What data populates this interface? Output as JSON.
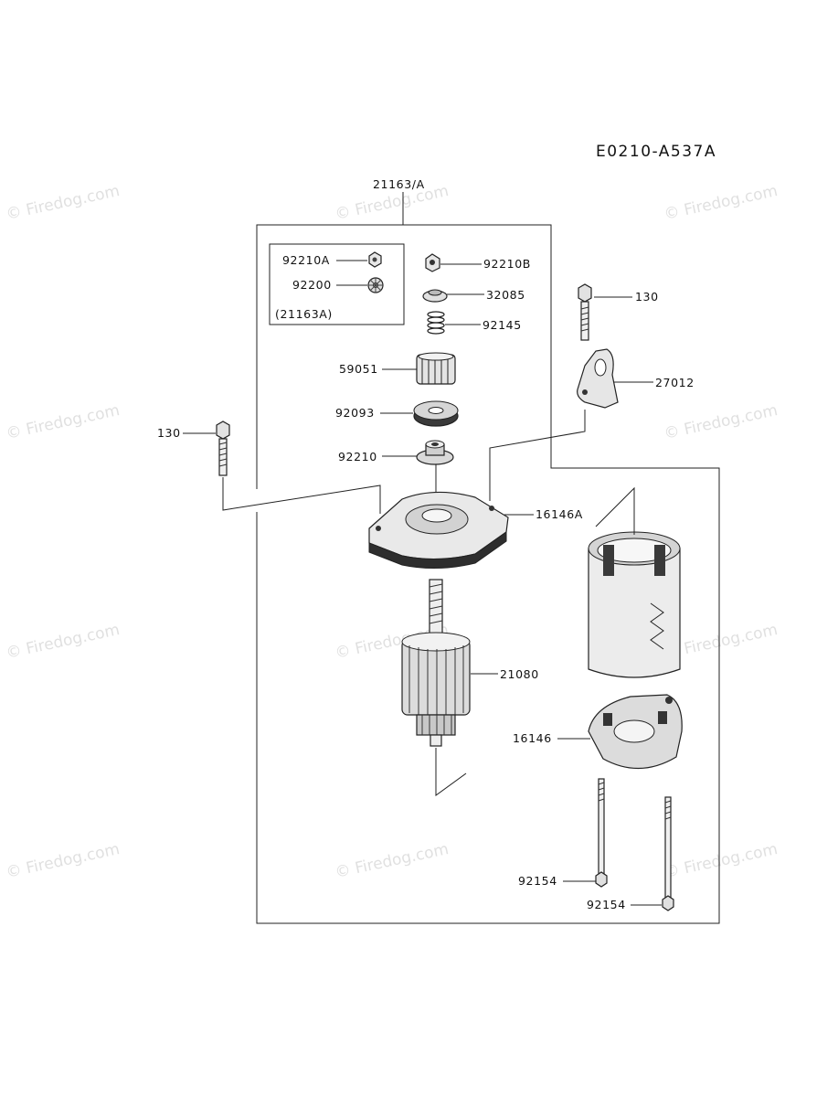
{
  "diagram": {
    "code": "E0210-A537A",
    "assembly_label": "21163/A",
    "kit_label": "(21163A)",
    "watermark": "© Firedog.com",
    "parts": {
      "p92210A": "92210A",
      "p92200": "92200",
      "p92210B": "92210B",
      "p32085": "32085",
      "p92145": "92145",
      "p59051": "59051",
      "p92093": "92093",
      "p92210": "92210",
      "p130_right": "130",
      "p27012": "27012",
      "p130_left": "130",
      "p16146A": "16146A",
      "p21080": "21080",
      "p16146": "16146",
      "p92154_a": "92154",
      "p92154_b": "92154"
    }
  }
}
